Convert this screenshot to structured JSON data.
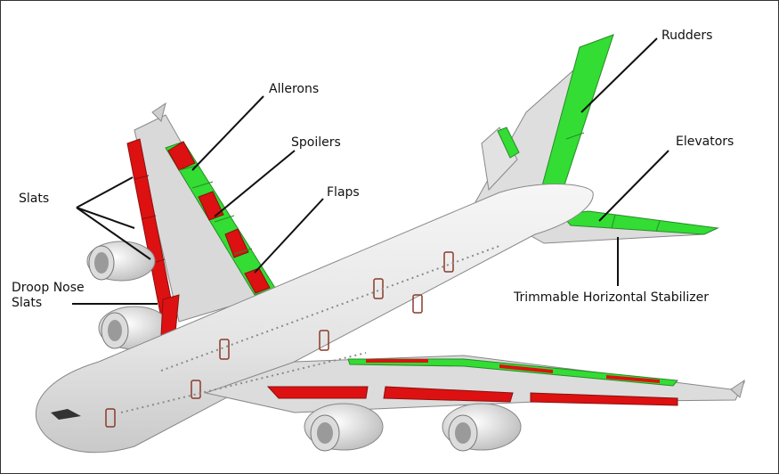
{
  "labels": {
    "ailerons": "Allerons",
    "spoilers": "Spoilers",
    "flaps": "Flaps",
    "slats": "Slats",
    "droop_nose_slats": "Droop Nose\nSlats",
    "rudders": "Rudders",
    "elevators": "Elevators",
    "trimmable_stabilizer": "Trimmable Horizontal Stabilizer"
  },
  "colors": {
    "surface_green": "#33dd33",
    "surface_red": "#dd1111",
    "airframe": "#e8e8e8",
    "outline": "#888888",
    "leader_line": "#111111"
  }
}
